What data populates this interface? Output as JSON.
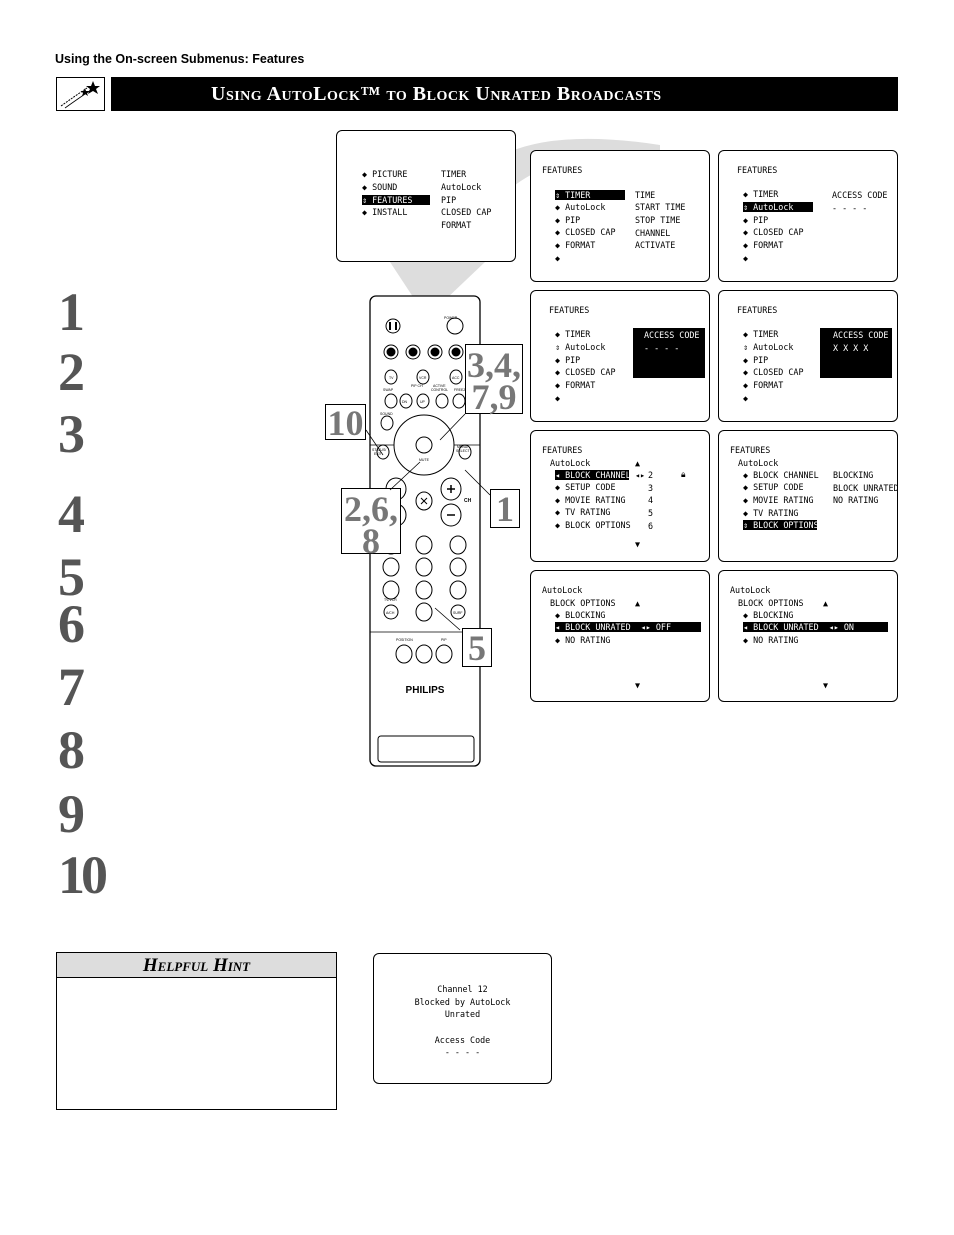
{
  "header": {
    "section_label": "Using the On-screen Submenus: Features",
    "title": "Using AutoLock™ to Block Unrated Broadcasts"
  },
  "steps": [
    "1",
    "2",
    "3",
    "4",
    "5",
    "6",
    "7",
    "8",
    "9",
    "10"
  ],
  "main_menu": {
    "left": [
      "PICTURE",
      "SOUND",
      "FEATURES",
      "INSTALL"
    ],
    "right": [
      "TIMER",
      "AutoLock",
      "PIP",
      "CLOSED CAP",
      "FORMAT"
    ]
  },
  "screens": {
    "s1": {
      "title": "FEATURES",
      "items": [
        "TIMER",
        "AutoLock",
        "PIP",
        "CLOSED CAP",
        "FORMAT"
      ],
      "right": [
        "TIME",
        "START TIME",
        "STOP TIME",
        "CHANNEL",
        "ACTIVATE"
      ]
    },
    "s2": {
      "title": "FEATURES",
      "items": [
        "TIMER",
        "AutoLock",
        "PIP",
        "CLOSED CAP",
        "FORMAT"
      ],
      "right": [
        "ACCESS CODE",
        "- - - -"
      ]
    },
    "s3": {
      "title": "FEATURES",
      "items": [
        "TIMER",
        "AutoLock",
        "PIP",
        "CLOSED CAP",
        "FORMAT"
      ],
      "right": [
        "ACCESS CODE",
        "- - - -"
      ]
    },
    "s4": {
      "title": "FEATURES",
      "items": [
        "TIMER",
        "AutoLock",
        "PIP",
        "CLOSED CAP",
        "FORMAT"
      ],
      "right": [
        "ACCESS CODE",
        "X X X X"
      ]
    },
    "s5": {
      "title": "FEATURES",
      "subtitle": "AutoLock",
      "items": [
        "BLOCK CHANNEL",
        "SETUP CODE",
        "MOVIE RATING",
        "TV RATING",
        "BLOCK OPTIONS"
      ],
      "right": [
        "2",
        "3",
        "4",
        "5",
        "6"
      ]
    },
    "s6": {
      "title": "FEATURES",
      "subtitle": "AutoLock",
      "items": [
        "BLOCK CHANNEL",
        "SETUP CODE",
        "MOVIE RATING",
        "TV RATING",
        "BLOCK OPTIONS"
      ],
      "right": [
        "BLOCKING",
        "BLOCK UNRATED",
        "NO RATING"
      ]
    },
    "s7": {
      "title": "AutoLock",
      "subtitle": "BLOCK OPTIONS",
      "items": [
        "BLOCKING",
        "BLOCK UNRATED",
        "NO RATING"
      ],
      "value": "OFF"
    },
    "s8": {
      "title": "AutoLock",
      "subtitle": "BLOCK OPTIONS",
      "items": [
        "BLOCKING",
        "BLOCK UNRATED",
        "NO RATING"
      ],
      "value": "ON"
    }
  },
  "callouts": {
    "c1": "3,4,",
    "c1b": "7,9",
    "c2": "10",
    "c3": "2,6,",
    "c3b": "8",
    "c4": "1",
    "c5": "5"
  },
  "remote": {
    "brand": "PHILIPS",
    "power": "POWER",
    "labels": [
      "SWAP",
      "PIP CH",
      "ACTIVE CONTROL",
      "FREEZE",
      "SOUND",
      "STATUS/EXIT",
      "MENU/SELECT",
      "MUTE",
      "CH",
      "TV/VCR",
      "A/CH",
      "SURF",
      "POSITION",
      "PIP"
    ],
    "buttons": [
      "TV",
      "VCR",
      "ACC",
      "DN",
      "UP"
    ]
  },
  "hint": {
    "title": "Helpful Hint"
  },
  "blocked_screen": [
    "Channel 12",
    "Blocked by AutoLock",
    "Unrated",
    "",
    "Access Code",
    "- - - -"
  ]
}
